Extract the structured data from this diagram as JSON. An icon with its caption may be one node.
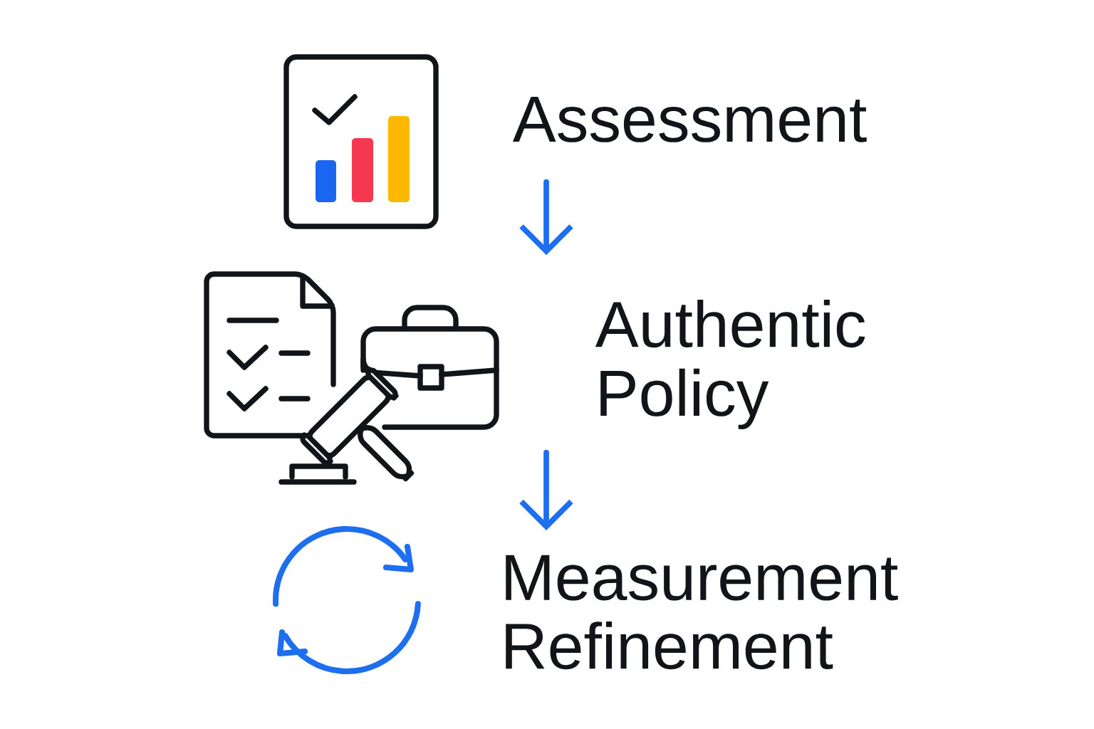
{
  "diagram": {
    "nodes": [
      {
        "text": [
          "Assessment"
        ]
      },
      {
        "text": [
          "Authentic Policy"
        ]
      },
      {
        "text": [
          "Measurement Refinement"
        ]
      }
    ],
    "edges": [
      {
        "from": 0,
        "to": 1,
        "arrow": "to"
      },
      {
        "from": 1,
        "to": 2,
        "arrow": "to"
      }
    ]
  }
}
